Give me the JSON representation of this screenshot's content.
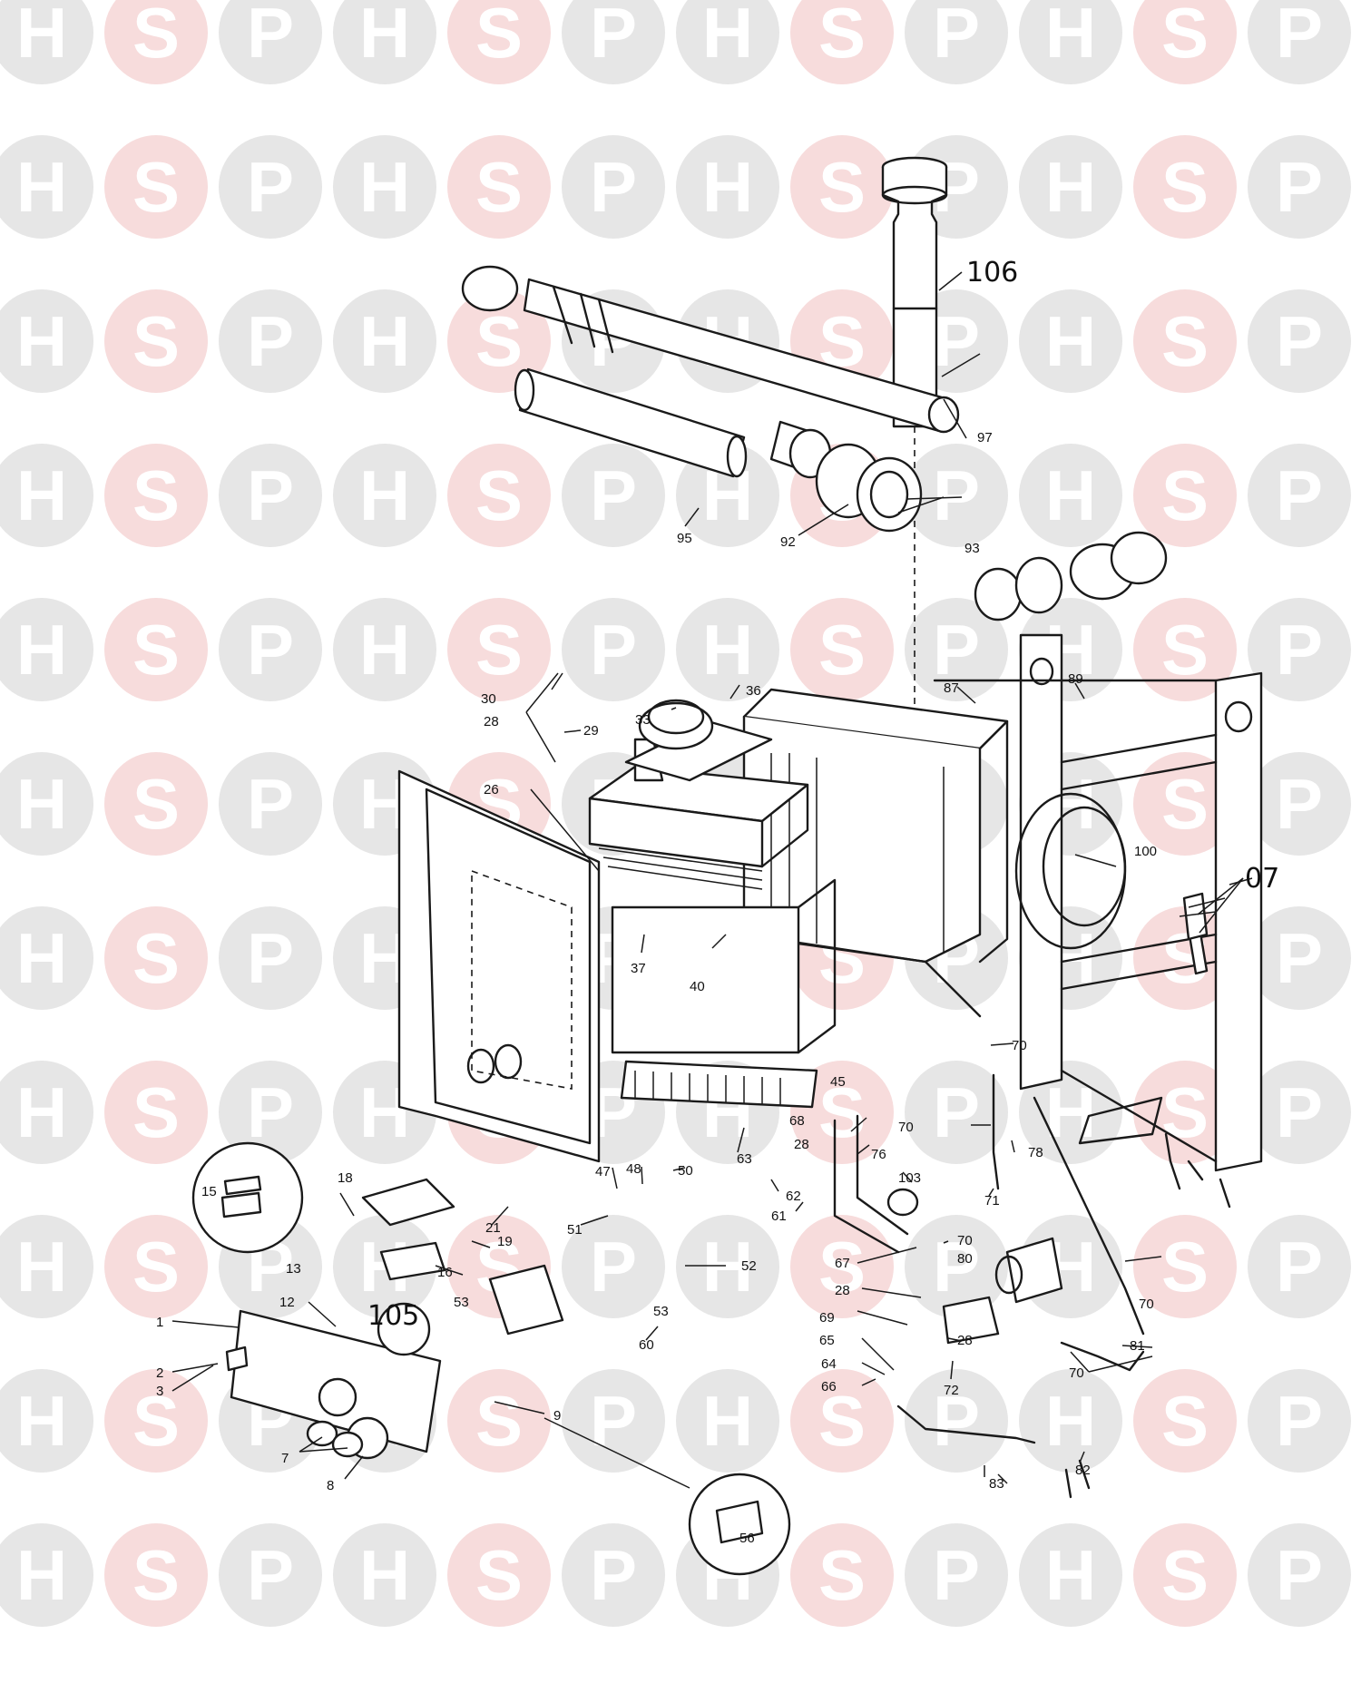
{
  "watermark": {
    "letters": [
      "H",
      "S",
      "P"
    ],
    "colors": {
      "h": "#e6e6e6",
      "s": "#f7dcdc",
      "p": "#e6e6e6"
    }
  },
  "labels": [
    {
      "id": "106",
      "text": "106",
      "hand": true
    },
    {
      "id": "97",
      "text": "97"
    },
    {
      "id": "93",
      "text": "93"
    },
    {
      "id": "95",
      "text": "95"
    },
    {
      "id": "92",
      "text": "92"
    },
    {
      "id": "30",
      "text": "30"
    },
    {
      "id": "36",
      "text": "36"
    },
    {
      "id": "33",
      "text": "33"
    },
    {
      "id": "28a",
      "text": "28"
    },
    {
      "id": "29",
      "text": "29"
    },
    {
      "id": "87",
      "text": "87"
    },
    {
      "id": "89",
      "text": "89"
    },
    {
      "id": "26",
      "text": "26"
    },
    {
      "id": "100",
      "text": "100"
    },
    {
      "id": "07",
      "text": "07",
      "hand": true
    },
    {
      "id": "37",
      "text": "37"
    },
    {
      "id": "40",
      "text": "40"
    },
    {
      "id": "70a",
      "text": "70"
    },
    {
      "id": "45",
      "text": "45"
    },
    {
      "id": "68",
      "text": "68"
    },
    {
      "id": "28b",
      "text": "28"
    },
    {
      "id": "70b",
      "text": "70"
    },
    {
      "id": "78",
      "text": "78"
    },
    {
      "id": "76",
      "text": "76"
    },
    {
      "id": "63",
      "text": "63"
    },
    {
      "id": "18",
      "text": "18"
    },
    {
      "id": "47",
      "text": "47"
    },
    {
      "id": "48",
      "text": "48"
    },
    {
      "id": "50",
      "text": "50"
    },
    {
      "id": "103",
      "text": "103"
    },
    {
      "id": "71",
      "text": "71"
    },
    {
      "id": "15",
      "text": "15"
    },
    {
      "id": "21",
      "text": "21"
    },
    {
      "id": "62",
      "text": "62"
    },
    {
      "id": "61",
      "text": "61"
    },
    {
      "id": "51",
      "text": "51"
    },
    {
      "id": "70c",
      "text": "70"
    },
    {
      "id": "19",
      "text": "19"
    },
    {
      "id": "80",
      "text": "80"
    },
    {
      "id": "52",
      "text": "52"
    },
    {
      "id": "67",
      "text": "67"
    },
    {
      "id": "16",
      "text": "16"
    },
    {
      "id": "28c",
      "text": "28"
    },
    {
      "id": "13",
      "text": "13"
    },
    {
      "id": "53a",
      "text": "53"
    },
    {
      "id": "53b",
      "text": "53"
    },
    {
      "id": "105",
      "text": "105",
      "hand": true
    },
    {
      "id": "70d",
      "text": "70"
    },
    {
      "id": "1",
      "text": "1"
    },
    {
      "id": "12",
      "text": "12"
    },
    {
      "id": "69",
      "text": "69"
    },
    {
      "id": "60",
      "text": "60"
    },
    {
      "id": "65",
      "text": "65"
    },
    {
      "id": "28d",
      "text": "28"
    },
    {
      "id": "81",
      "text": "81"
    },
    {
      "id": "2",
      "text": "2"
    },
    {
      "id": "64",
      "text": "64"
    },
    {
      "id": "70e",
      "text": "70"
    },
    {
      "id": "3",
      "text": "3"
    },
    {
      "id": "66",
      "text": "66"
    },
    {
      "id": "72",
      "text": "72"
    },
    {
      "id": "9",
      "text": "9"
    },
    {
      "id": "7",
      "text": "7"
    },
    {
      "id": "8",
      "text": "8"
    },
    {
      "id": "56",
      "text": "56"
    },
    {
      "id": "82",
      "text": "82"
    },
    {
      "id": "83",
      "text": "83"
    }
  ]
}
